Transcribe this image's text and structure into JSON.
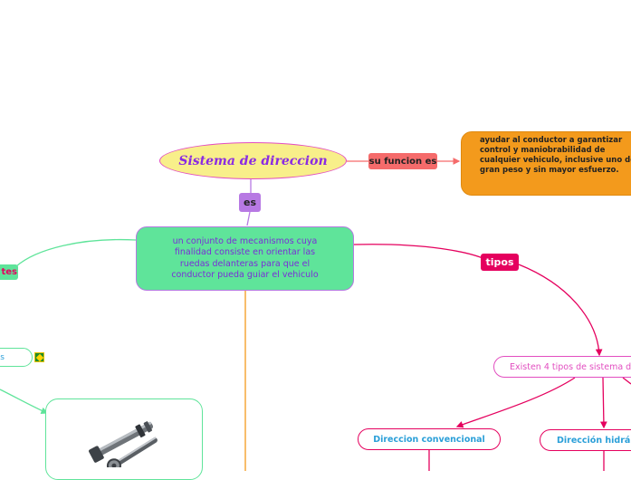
{
  "central_topic": "Sistema de direccion",
  "links": {
    "su_funcion": "su funcion es",
    "es": "es",
    "tipos": "tipos"
  },
  "function_text": "ayudar al conductor a garantizar control y maniobrabilidad de cualquier vehiculo, inclusive uno de gran peso y sin mayor esfuerzo.",
  "definition_text": "un conjunto de mecanismos cuya finalidad consiste en orientar las ruedas delanteras para que el conductor pueda guiar el vehiculo",
  "left_partial_label": "tes",
  "left_partial_box": "s",
  "types_intro": "Existen 4 tipos de sistema d",
  "types": [
    "Direccion convencional",
    "Dirección hidrá"
  ],
  "colors": {
    "central_fill": "#f8ef8a",
    "central_border": "#e24ec0",
    "central_text": "#8a2be2",
    "function_fill": "#f39a1c",
    "link_red": "#f56b6b",
    "link_purple": "#b779e3",
    "link_magenta": "#e5005e",
    "definition_fill": "#5fe49a",
    "definition_text": "#7a2ed8",
    "subtopic_text": "#2a9fd8"
  },
  "icons": {
    "attachment": "image-bolt-parts-icon",
    "flag": "brazil-flag-icon"
  }
}
